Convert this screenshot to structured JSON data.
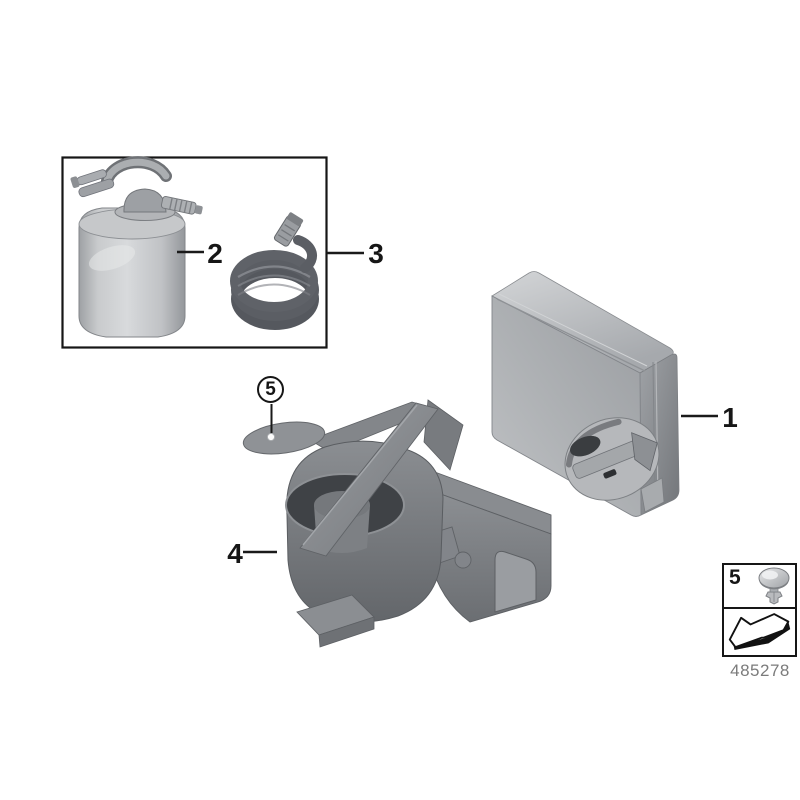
{
  "canvas": {
    "background": "#ffffff"
  },
  "callouts": {
    "part1": "1",
    "part2": "2",
    "part3": "3",
    "part4": "4",
    "part5": "5"
  },
  "legend": {
    "part_number": "5",
    "fastener_icon": "expanding-rivet-icon",
    "direction_icon": "removal-direction-arrow-icon"
  },
  "footer": {
    "diagram_number": "485278"
  },
  "colors": {
    "outline_black": "#161616",
    "leader_line": "#1a1a1a",
    "part_light_grey": "#c7c9cc",
    "part_mid_grey": "#a9acaf",
    "part_dark_grey": "#7b7e82",
    "hose_grey": "#5b5e64",
    "diagram_number_grey": "#7b7b7b"
  }
}
